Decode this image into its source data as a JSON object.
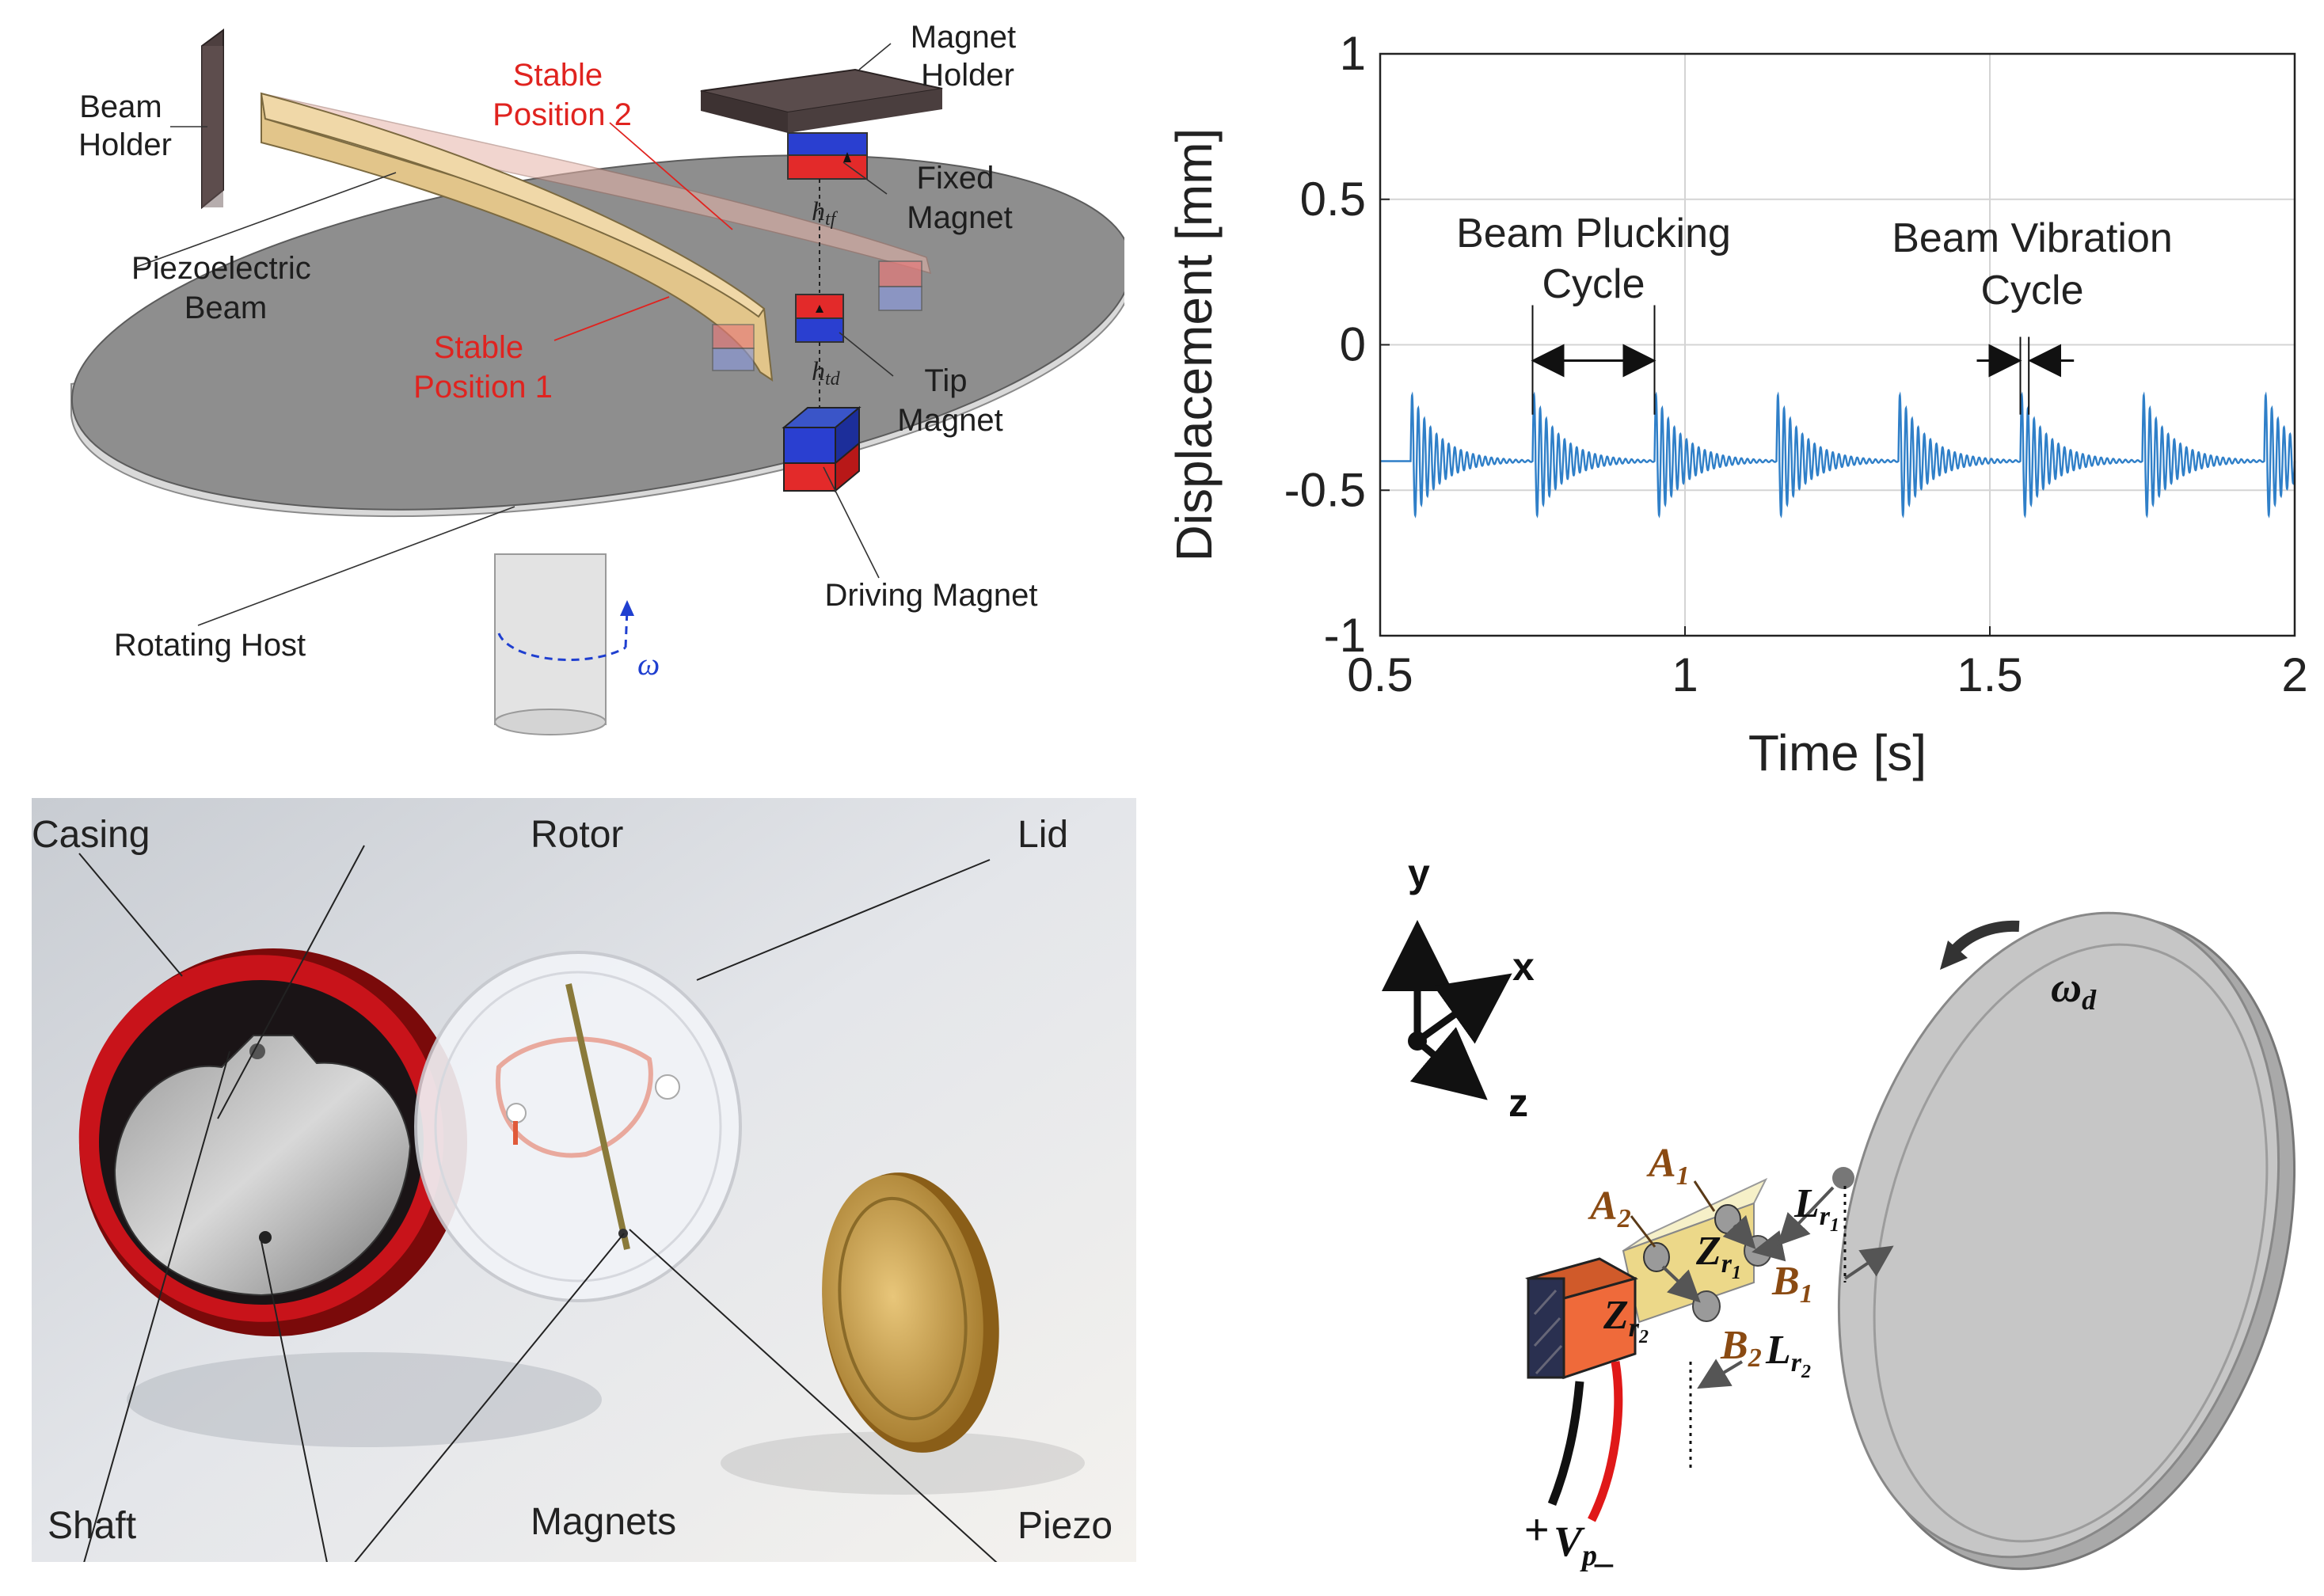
{
  "panel_a": {
    "labels": {
      "beam_holder": [
        "Beam",
        "Holder"
      ],
      "magnet_holder": [
        "Magnet",
        "Holder"
      ],
      "stable_position_2": [
        "Stable",
        "Position 2"
      ],
      "stable_position_1": [
        "Stable",
        "Position 1"
      ],
      "piezoelectric_beam": [
        "Piezoelectric",
        "Beam"
      ],
      "fixed_magnet": [
        "Fixed",
        "Magnet"
      ],
      "tip_magnet": [
        "Tip",
        "Magnet"
      ],
      "driving_magnet": "Driving Magnet",
      "rotating_host": "Rotating Host",
      "h_tf": "h",
      "h_tf_sub": "tf",
      "h_td": "h",
      "h_td_sub": "td",
      "omega": "ω"
    },
    "colors": {
      "callout_red": "#e0231f",
      "omega_blue": "#1f3fd0",
      "beam": "#e2c58a",
      "disk": "#8d8d8d"
    }
  },
  "chart_data": {
    "type": "line",
    "title": "",
    "xlabel": "Time [s]",
    "ylabel": "Displacement [mm]",
    "xlim": [
      0.5,
      2
    ],
    "ylim": [
      -1,
      1
    ],
    "xticks": [
      "0.5",
      "1",
      "1.5",
      "2"
    ],
    "yticks": [
      "1",
      "0.5",
      "0",
      "-0.5",
      "-1"
    ],
    "grid": true,
    "series": [
      {
        "color": "#2f7fc8",
        "baseline": -0.4,
        "pluck_times": [
          0.55,
          0.75,
          0.95,
          1.15,
          1.35,
          1.55,
          1.75,
          1.95
        ],
        "first_peak": -0.16,
        "first_trough": -0.62,
        "vibration_period": 0.01
      }
    ],
    "annotations": [
      {
        "text": [
          "Beam Plucking",
          "Cycle"
        ],
        "from": 0.75,
        "to": 0.95,
        "y": 0
      },
      {
        "text": [
          "Beam Vibration",
          "Cycle"
        ],
        "from": 1.55,
        "to": 1.56,
        "y": 0
      }
    ]
  },
  "panel_c": {
    "labels": {
      "casing": "Casing",
      "rotor": "Rotor",
      "lid": "Lid",
      "shaft": "Shaft",
      "magnets": "Magnets",
      "piezo": "Piezo"
    }
  },
  "panel_d": {
    "labels": {
      "y": "y",
      "x": "x",
      "z": "z",
      "omega_d": "ω",
      "omega_d_sub": "d",
      "A1": "A",
      "A1_sub": "1",
      "A2": "A",
      "A2_sub": "2",
      "B1": "B",
      "B1_sub": "1",
      "B2": "B",
      "B2_sub": "2",
      "Lr1": "L",
      "Lr1_sub": "r",
      "Lr1_subsub": "1",
      "Lr2": "L",
      "Lr2_sub": "r",
      "Lr2_subsub": "2",
      "Zr1": "Z",
      "Zr1_sub": "r",
      "Zr1_subsub": "1",
      "Zr2": "Z",
      "Zr2_sub": "r",
      "Zr2_subsub": "2",
      "plus": "+",
      "vp": "V",
      "vp_sub": "p",
      "minus": "_"
    },
    "colors": {
      "brown_label": "#8a4a12"
    }
  }
}
